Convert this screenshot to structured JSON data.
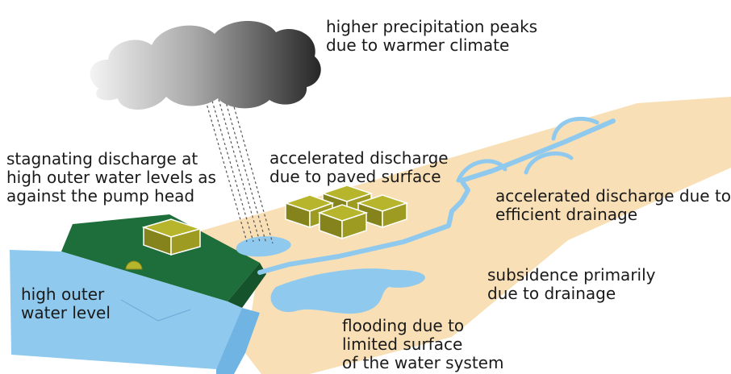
{
  "labels": {
    "precipitation": [
      "higher precipitation peaks",
      "due to warmer climate"
    ],
    "stagnating": [
      "stagnating discharge at",
      "high outer water levels as",
      "against the pump head"
    ],
    "paved": [
      "accelerated discharge",
      "due to paved surface"
    ],
    "drainage": [
      "accelerated discharge due to",
      "efficient drainage"
    ],
    "subsidence": [
      "subsidence primarily",
      "due to drainage"
    ],
    "outer_water": [
      "high outer",
      "water level"
    ],
    "flooding": [
      "flooding due to",
      "limited surface",
      "of the water system"
    ]
  },
  "colors": {
    "land": "#f8dfb6",
    "water": "#8fc9ee",
    "water_edge": "#5aaee0",
    "dike": "#1d6e3a",
    "dike_top": "#1a5f33",
    "building_top": "#b7b52c",
    "building_side": "#85841c",
    "building_front": "#9d9b22",
    "cloud_dark": "#2f2f2f",
    "cloud_light": "#f2f2f2",
    "text": "#1a1a1a"
  }
}
